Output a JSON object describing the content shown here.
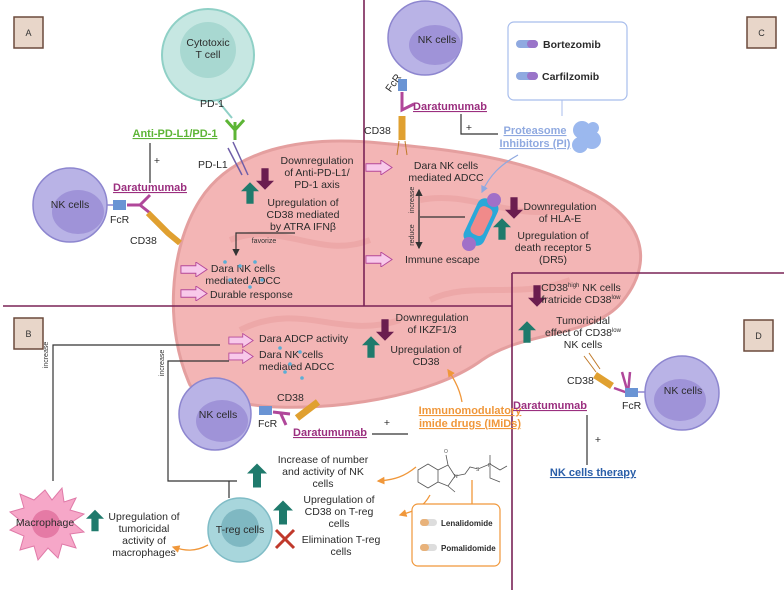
{
  "panels": {
    "a": "A",
    "b": "B",
    "c": "C",
    "d": "D"
  },
  "colors": {
    "tumor": "#f2a9a9",
    "nk": "#b9b3e6",
    "up_arrow": "#1f7a6c",
    "down_arrow": "#6b1d4f",
    "daratumumab": "#9b2f7f",
    "anti_pd": "#5db536",
    "pi": "#8fa9e0",
    "imids": "#f0973a",
    "nk_therapy": "#2a5ea8",
    "divider": "#7a2356"
  },
  "a": {
    "tcell": [
      "Cytotoxic",
      "T cell"
    ],
    "pd1": "PD-1",
    "pdl1": "PD-L1",
    "anti": "Anti-PD-L1/PD-1",
    "plus": "+",
    "nk": "NK cells",
    "dara": "Daratumumab",
    "fcr": "FcR",
    "cd38": "CD38",
    "down": [
      "Downregulation",
      "of Anti-PD-L1/",
      "PD-1 axis"
    ],
    "up": [
      "Upregulation of",
      "CD38 mediated",
      "by ATRA IFNβ"
    ],
    "favorize": "favorize",
    "adcc": [
      "Dara NK cells",
      "mediated ADCC"
    ],
    "durable": "Durable response"
  },
  "c": {
    "nk": "NK cells",
    "fcr": "FcR",
    "cd38": "CD38",
    "dara": "Daratumumab",
    "plus": "+",
    "pi": [
      "Proteasome",
      "Inhibitors (PI)"
    ],
    "drugs": [
      "Bortezomib",
      "Carfilzomib"
    ],
    "adcc": [
      "Dara NK cells",
      "mediated ADCC"
    ],
    "increase": "increase",
    "reduce": "reduce",
    "escape": "Immune escape",
    "down": [
      "Downregulation",
      "of HLA-E"
    ],
    "up": [
      "Upregulation of",
      "death receptor 5",
      "(DR5)"
    ]
  },
  "b": {
    "adcp": "Dara ADCP activity",
    "adcc": [
      "Dara NK cells",
      "mediated ADCC"
    ],
    "down": [
      "Downregulation",
      "of IKZF1/3"
    ],
    "up": [
      "Upregulation of",
      "CD38"
    ],
    "nk": "NK cells",
    "cd38": "CD38",
    "fcr": "FcR",
    "dara": "Daratumumab",
    "plus": "+",
    "imids": [
      "Immunomodulatory",
      "imide drugs (IMiDs)"
    ],
    "increase": "increase",
    "nk_increase": [
      "Increase of number",
      "and activity of NK",
      "cells"
    ],
    "treg_up": [
      "Upregulation of",
      "CD38 on T-reg",
      "cells"
    ],
    "treg_elim": [
      "Elimination  T-reg",
      "cells"
    ],
    "macrophage": "Macrophage",
    "mac_up": [
      "Upregulation of",
      "tumoricidal",
      "activity of",
      "macrophages"
    ],
    "treg": "T-reg cells",
    "drugs": [
      "Lenalidomide",
      "Pomalidomide"
    ],
    "chem": {
      "o": "O",
      "n": "N",
      "s": "S",
      "p": "P"
    }
  },
  "d": {
    "down": {
      "a": "CD38",
      "sup1": "high",
      "b": " NK cells",
      "c": "fratricide CD38",
      "sup2": "low"
    },
    "up": {
      "a": "Tumoricidal",
      "b": "effect of CD38",
      "sup": "low",
      "c": "NK cells"
    },
    "cd38": "CD38",
    "dara": "Daratumumab",
    "fcr": "FcR",
    "nk": "NK cells",
    "plus": "+",
    "therapy": "NK cells therapy"
  }
}
